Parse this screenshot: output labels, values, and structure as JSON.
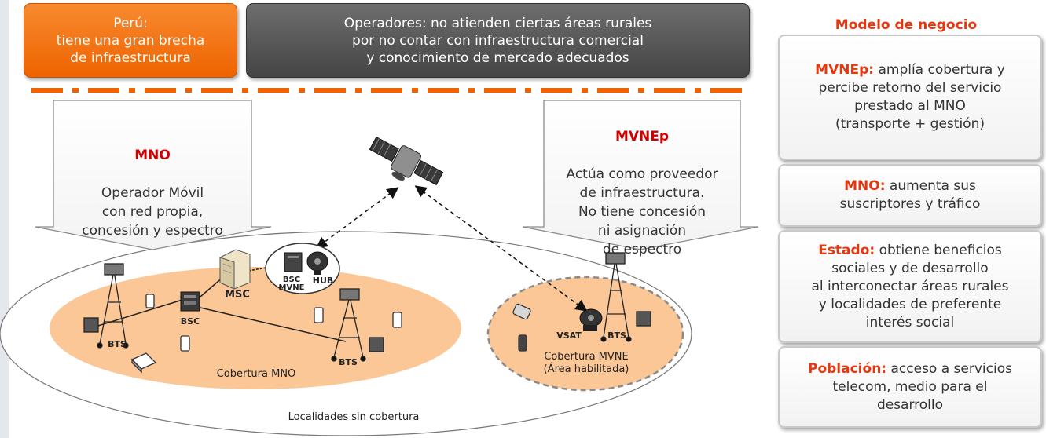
{
  "header": {
    "peru_text": "Perú:\ntiene una gran brecha\nde infraestructura",
    "operadores_text": "Operadores: no atienden ciertas áreas rurales\npor no contar con infraestructura comercial\ny conocimiento de mercado adecuados"
  },
  "mno_arrow": {
    "title": "MNO",
    "text": "Operador Móvil\ncon red propia,\nconcesión y espectro"
  },
  "mvnep_arrow": {
    "title": "MVNEp",
    "text": "Actúa como proveedor\nde infraestructura.\nNo tiene concesión\nni asignación\nde espectro"
  },
  "diagram": {
    "labels": {
      "msc": "MSC",
      "bsc": "BSC",
      "bsc_mvne": "BSC\nMVNE",
      "hub": "HUB",
      "bts_left": "BTS",
      "bts_center": "BTS",
      "bts_right": "BTS",
      "vsat": "VSAT",
      "cobertura_mno": "Cobertura MNO",
      "cobertura_mvne": "Cobertura MVNE\n(Área habilitada)",
      "sin_cobertura": "Localidades sin cobertura"
    }
  },
  "business_model": {
    "title": "Modelo de negocio",
    "items": [
      {
        "label": "MVNEp:",
        "text": "amplía cobertura y\npercibe retorno del servicio\nprestado al MNO\n(transporte + gestión)"
      },
      {
        "label": "MNO:",
        "text": "aumenta sus\nsuscriptores y tráfico"
      },
      {
        "label": "Estado:",
        "text": "obtiene beneficios\nsociales y de desarrollo\nal interconectar áreas rurales\ny localidades de preferente\ninterés social"
      },
      {
        "label": "Población:",
        "text": "acceso a servicios\ntelecom, medio para el\ndesarrollo"
      }
    ]
  },
  "colors": {
    "orange": "#ee6300",
    "dark_gray": "#555555",
    "red_title": "#e5370f",
    "coverage_fill": "#fbc796"
  }
}
